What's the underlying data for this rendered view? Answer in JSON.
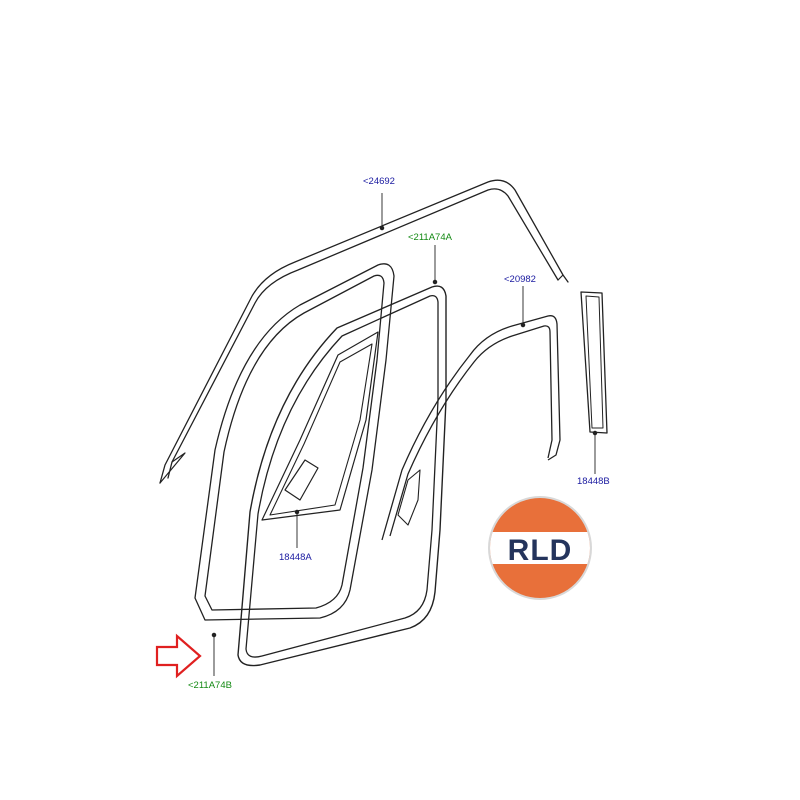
{
  "colors": {
    "label_blue": "#1a1aa0",
    "label_green": "#148a14",
    "arrow_red": "#e02020",
    "logo_orange": "#e8703a",
    "logo_navy": "#24345c",
    "line": "#222222"
  },
  "labels": {
    "roof_seal": "<24692",
    "front_seal_top": "<211A74A",
    "rear_seal": "<20982",
    "seal_a": "18448A",
    "seal_b": "18448B",
    "front_seal_bottom": "<211A74B"
  },
  "logo": {
    "text": "RLD"
  },
  "indicator": {
    "icon": "arrow-right-icon"
  }
}
